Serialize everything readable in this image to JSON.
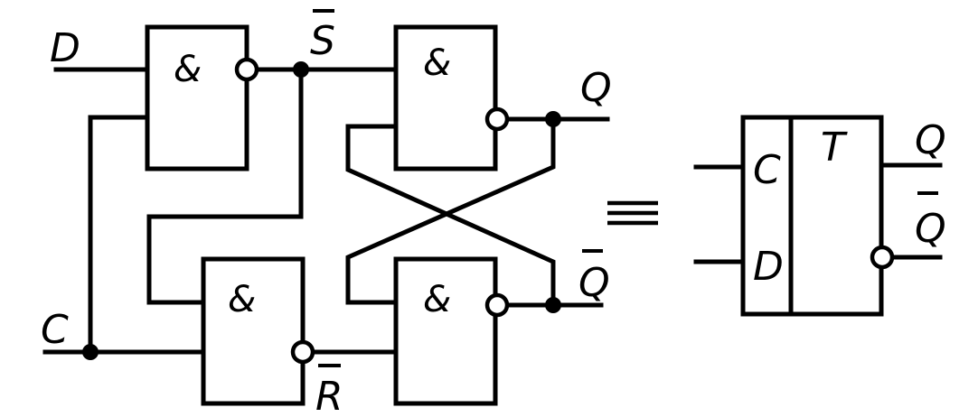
{
  "inputs": {
    "d": "D",
    "c": "C"
  },
  "signals": {
    "s_bar": "S",
    "r_bar": "R"
  },
  "outputs": {
    "q": "Q",
    "q_bar": "Q"
  },
  "gates": [
    {
      "symbol": "&"
    },
    {
      "symbol": "&"
    },
    {
      "symbol": "&"
    },
    {
      "symbol": "&"
    }
  ],
  "block": {
    "type_label": "T",
    "input_c": "C",
    "input_d": "D",
    "output_q": "Q",
    "output_q_bar": "Q"
  }
}
